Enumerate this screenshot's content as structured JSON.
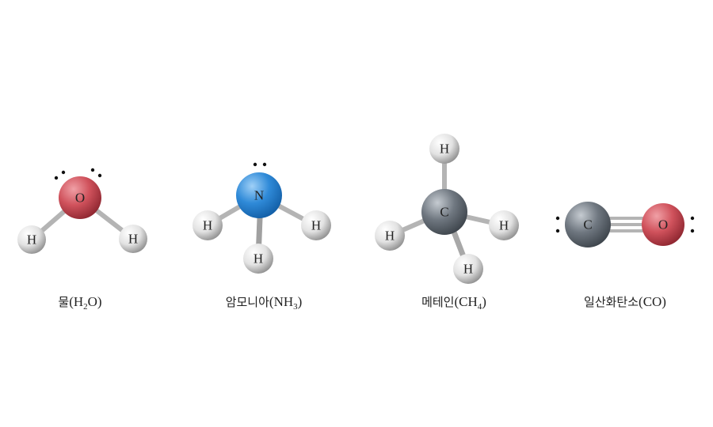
{
  "molecules": [
    {
      "atoms": {
        "center": "O",
        "h1": "H",
        "h2": "H"
      },
      "label": {
        "name": "물",
        "pre": "(H",
        "sub": "2",
        "post": "O)"
      },
      "color": "#c8434f"
    },
    {
      "atoms": {
        "center": "N",
        "h1": "H",
        "h2": "H",
        "h3": "H"
      },
      "label": {
        "name": "암모니아",
        "pre": "(NH",
        "sub": "3",
        "post": ")"
      },
      "color": "#2a86d6"
    },
    {
      "atoms": {
        "center": "C",
        "h1": "H",
        "h2": "H",
        "h3": "H",
        "h4": "H"
      },
      "label": {
        "name": "메테인",
        "pre": "(CH",
        "sub": "4",
        "post": ")"
      },
      "color": "#5f6770"
    },
    {
      "atoms": {
        "c": "C",
        "o": "O"
      },
      "label": {
        "name": "일산화탄소",
        "pre": "(CO)",
        "sub": "",
        "post": ""
      },
      "color": "#c8434f"
    }
  ]
}
